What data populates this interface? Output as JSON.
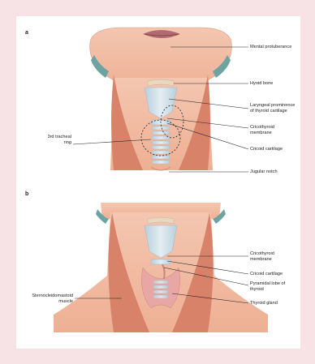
{
  "figure_a": {
    "letter": "a",
    "labels": {
      "mental_protuberance": "Mental protuberance",
      "hyoid_bone": "Hyoid bone",
      "laryngeal_prominence": "Laryngeal prominence of thyroid cartilage",
      "cricothyroid_membrane": "Cricothyroid membrane",
      "cricoid_cartilage": "Cricoid cartilage",
      "jugular_notch": "Jugular notch",
      "third_tracheal_ring": "3rd tracheal ring"
    }
  },
  "figure_b": {
    "letter": "b",
    "labels": {
      "cricothyroid_membrane": "Cricothyroid membrane",
      "cricoid_cartilage": "Cricoid cartilage",
      "pyramidal_lobe": "Pyramidal lobe of thyroid",
      "thyroid_gland": "Thyroid gland",
      "sternocleidomastoid": "Sternocleidomastoid muscle"
    }
  },
  "colors": {
    "background": "#f7e3e6",
    "skin": "#efb59d",
    "muscle": "#d9826a",
    "cartilage": "#c9dbe6",
    "thyroid": "#e8a7a4"
  }
}
